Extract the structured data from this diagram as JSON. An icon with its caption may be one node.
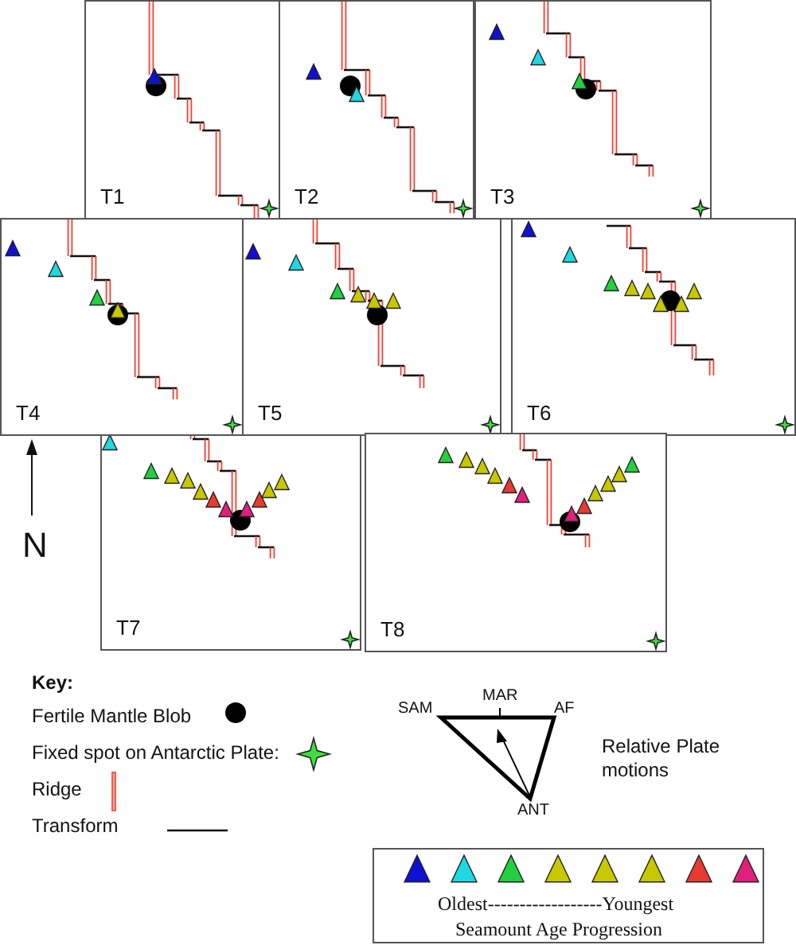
{
  "diagram": {
    "nodes": [
      {
        "text": [
          "T1"
        ]
      },
      {
        "text": [
          "T2"
        ]
      },
      {
        "text": [
          "T3"
        ]
      },
      {
        "text": [
          "T4"
        ]
      },
      {
        "text": [
          "T5"
        ]
      },
      {
        "text": [
          "T6"
        ]
      },
      {
        "text": [
          "T7"
        ]
      },
      {
        "text": [
          "T8"
        ]
      }
    ],
    "labels": [
      "Key:",
      "N",
      "SAM",
      "MAR",
      "AF",
      "ANT",
      "Relative Plate motions",
      "Oldest------------------Youngest",
      "Seamount Age Progression"
    ],
    "legend": [
      {
        "text": "Fertile Mantle Blob"
      },
      {
        "text": "Fixed spot on Antarctic Plate:"
      },
      {
        "text": "Ridge"
      },
      {
        "text": "Transform"
      }
    ]
  }
}
